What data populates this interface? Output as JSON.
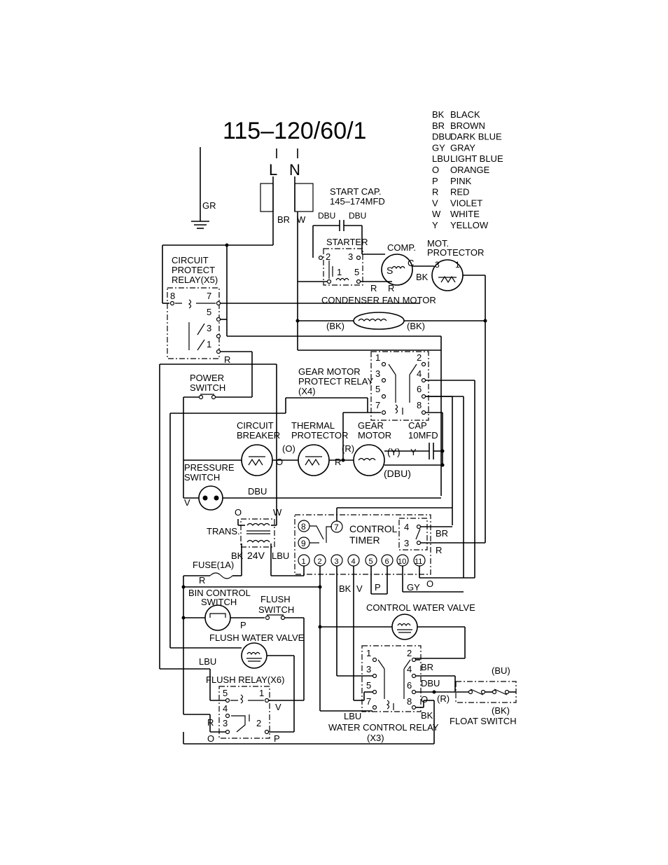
{
  "title": "115–120/60/1",
  "supply": {
    "line": "L",
    "neutral": "N",
    "ground": "GR",
    "l_wire": "BR",
    "n_wire": "W"
  },
  "legend": [
    {
      "code": "BK",
      "name": "BLACK"
    },
    {
      "code": "BR",
      "name": "BROWN"
    },
    {
      "code": "DBU",
      "name": "DARK BLUE"
    },
    {
      "code": "GY",
      "name": "GRAY"
    },
    {
      "code": "LBU",
      "name": "LIGHT BLUE"
    },
    {
      "code": "O",
      "name": "ORANGE"
    },
    {
      "code": "P",
      "name": "PINK"
    },
    {
      "code": "R",
      "name": "RED"
    },
    {
      "code": "V",
      "name": "VIOLET"
    },
    {
      "code": "W",
      "name": "WHITE"
    },
    {
      "code": "Y",
      "name": "YELLOW"
    }
  ],
  "components": {
    "start_cap": {
      "line1": "START CAP.",
      "line2": "145–174MFD",
      "wire_a": "DBU",
      "wire_b": "DBU"
    },
    "starter": {
      "label": "STARTER",
      "t2": "2",
      "t3": "3",
      "t1": "1",
      "t5": "5"
    },
    "comp": {
      "label": "COMP.",
      "s": "S",
      "c": "C",
      "r": "R",
      "r2": "R",
      "bk": "BK",
      "r_wire": "R"
    },
    "mot_protector": {
      "line1": "MOT.",
      "line2": "PROTECTOR",
      "t3": "3",
      "t1": "1"
    },
    "condenser_fan": {
      "label": "CONDENSER FAN MOTOR",
      "left": "(BK)",
      "right": "(BK)"
    },
    "circuit_protect_relay": {
      "line1": "CIRCUIT",
      "line2": "PROTECT",
      "line3": "RELAY(X5)",
      "t8": "8",
      "t7": "7",
      "t5": "5",
      "t3": "3",
      "t1": "1",
      "r_wire": "R"
    },
    "power_switch": {
      "line1": "POWER",
      "line2": "SWITCH"
    },
    "gear_motor_relay": {
      "line1": "GEAR MOTOR",
      "line2": "PROTECT RELAY",
      "line3": "(X4)",
      "t1": "1",
      "t2": "2",
      "t3": "3",
      "t4": "4",
      "t5": "5",
      "t6": "6",
      "t7": "7",
      "t8": "8"
    },
    "circuit_breaker": {
      "line1": "CIRCUIT",
      "line2": "BREAKER",
      "o_wire": "O"
    },
    "thermal_protector": {
      "line1": "THERMAL",
      "line2": "PROTECTOR",
      "o_wire": "(O)",
      "r_wire": "R"
    },
    "gear_motor": {
      "line1": "GEAR",
      "line2": "MOTOR",
      "r_wire": "(R)",
      "y_wire": "(Y)",
      "dbu_wire": "(DBU)"
    },
    "gear_cap": {
      "line1": "CAP",
      "line2": "10MFD",
      "y_wire": "Y"
    },
    "pressure_switch": {
      "line1": "PRESSURE",
      "line2": "SWITCH",
      "v_wire": "V",
      "dbu_wire": "DBU"
    },
    "trans": {
      "label": "TRANS.",
      "o_wire": "O",
      "w_wire": "W",
      "bk_wire": "BK",
      "v24": "24V",
      "lbu_wire": "LBU"
    },
    "control_timer": {
      "line1": "CONTROL",
      "line2": "TIMER",
      "t8": "8",
      "t9": "9",
      "t7": "7",
      "t4": "4",
      "t3": "3",
      "br_wire": "BR",
      "r_wire": "R",
      "terminals": [
        "1",
        "2",
        "3",
        "4",
        "5",
        "6",
        "10",
        "11"
      ],
      "bk": "BK",
      "v": "V",
      "p": "P",
      "gy": "GY",
      "o": "O"
    },
    "fuse": {
      "label": "FUSE(1A)",
      "r_wire": "R"
    },
    "bin_control": {
      "line1": "BIN CONTROL",
      "line2": "SWITCH",
      "p_wire": "P"
    },
    "flush_switch": {
      "line1": "FLUSH",
      "line2": "SWITCH"
    },
    "flush_water_valve": {
      "label": "FLUSH WATER VALVE",
      "lbu_wire": "LBU"
    },
    "control_water_valve": {
      "label": "CONTROL WATER VALVE"
    },
    "flush_relay": {
      "label": "FLUSH RELAY(X6)",
      "t5": "5",
      "t1": "1",
      "t4": "4",
      "t3": "3",
      "t2": "2",
      "v_wire": "V",
      "r_wire": "R",
      "o_wire": "O",
      "p_wire": "P"
    },
    "water_control_relay": {
      "line1": "WATER CONTROL RELAY",
      "line2": "(X3)",
      "t1": "1",
      "t2": "2",
      "t3": "3",
      "t4": "4",
      "t5": "5",
      "t6": "6",
      "t7": "7",
      "t8": "8",
      "br": "BR",
      "dbu": "DBU",
      "o": "O",
      "bk": "BK",
      "lbu": "LBU"
    },
    "float_switch": {
      "label": "FLOAT SWITCH",
      "bu": "(BU)",
      "bk": "(BK)",
      "r": "(R)"
    }
  }
}
